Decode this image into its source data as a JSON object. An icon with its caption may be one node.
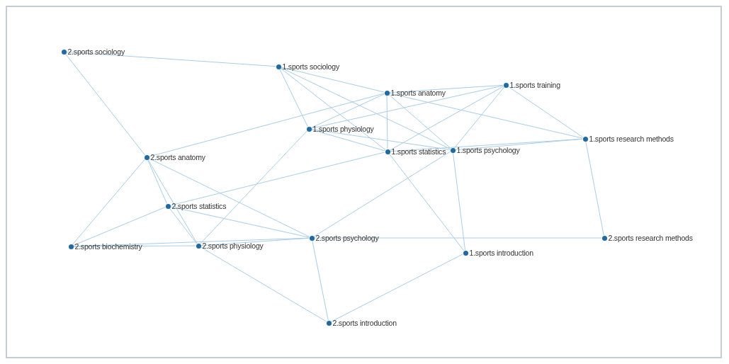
{
  "diagram": {
    "nodes": [
      {
        "text": [
          "2.sports sociology"
        ]
      },
      {
        "text": [
          "1.sports sociology"
        ]
      },
      {
        "text": [
          "1.sports anatomy"
        ]
      },
      {
        "text": [
          "1.sports training"
        ]
      },
      {
        "text": [
          "1.sports physiology"
        ]
      },
      {
        "text": [
          "1.sports research methods"
        ]
      },
      {
        "text": [
          "2.sports anatomy"
        ]
      },
      {
        "text": [
          "1.sports statistics"
        ]
      },
      {
        "text": [
          "1.sports psychology"
        ]
      },
      {
        "text": [
          "2.sports statistics"
        ]
      },
      {
        "text": [
          "2.sports biochemistry"
        ]
      },
      {
        "text": [
          "2.sports physiology"
        ]
      },
      {
        "text": [
          "2.sports psychology"
        ]
      },
      {
        "text": [
          "2.sports research methods"
        ]
      },
      {
        "text": [
          "1.sports introduction"
        ]
      },
      {
        "text": [
          "2.sports introduction"
        ]
      }
    ],
    "edges": [
      {
        "from": 0,
        "to": 1,
        "arrow": "none"
      },
      {
        "from": 0,
        "to": 6,
        "arrow": "none"
      },
      {
        "from": 1,
        "to": 2,
        "arrow": "none"
      },
      {
        "from": 1,
        "to": 4,
        "arrow": "none"
      },
      {
        "from": 1,
        "to": 7,
        "arrow": "none"
      },
      {
        "from": 1,
        "to": 8,
        "arrow": "none"
      },
      {
        "from": 2,
        "to": 3,
        "arrow": "none"
      },
      {
        "from": 2,
        "to": 4,
        "arrow": "none"
      },
      {
        "from": 2,
        "to": 6,
        "arrow": "none"
      },
      {
        "from": 2,
        "to": 7,
        "arrow": "none"
      },
      {
        "from": 2,
        "to": 8,
        "arrow": "none"
      },
      {
        "from": 2,
        "to": 5,
        "arrow": "none"
      },
      {
        "from": 3,
        "to": 4,
        "arrow": "none"
      },
      {
        "from": 3,
        "to": 7,
        "arrow": "none"
      },
      {
        "from": 3,
        "to": 8,
        "arrow": "none"
      },
      {
        "from": 3,
        "to": 5,
        "arrow": "none"
      },
      {
        "from": 4,
        "to": 7,
        "arrow": "none"
      },
      {
        "from": 4,
        "to": 8,
        "arrow": "none"
      },
      {
        "from": 4,
        "to": 11,
        "arrow": "none"
      },
      {
        "from": 7,
        "to": 5,
        "arrow": "none"
      },
      {
        "from": 8,
        "to": 5,
        "arrow": "none"
      },
      {
        "from": 5,
        "to": 13,
        "arrow": "none"
      },
      {
        "from": 6,
        "to": 9,
        "arrow": "none"
      },
      {
        "from": 6,
        "to": 10,
        "arrow": "none"
      },
      {
        "from": 6,
        "to": 11,
        "arrow": "none"
      },
      {
        "from": 6,
        "to": 12,
        "arrow": "none"
      },
      {
        "from": 9,
        "to": 7,
        "arrow": "none"
      },
      {
        "from": 7,
        "to": 14,
        "arrow": "none"
      },
      {
        "from": 8,
        "to": 12,
        "arrow": "none"
      },
      {
        "from": 8,
        "to": 14,
        "arrow": "none"
      },
      {
        "from": 9,
        "to": 10,
        "arrow": "none"
      },
      {
        "from": 9,
        "to": 11,
        "arrow": "none"
      },
      {
        "from": 9,
        "to": 12,
        "arrow": "none"
      },
      {
        "from": 10,
        "to": 11,
        "arrow": "none"
      },
      {
        "from": 10,
        "to": 12,
        "arrow": "none"
      },
      {
        "from": 11,
        "to": 12,
        "arrow": "none"
      },
      {
        "from": 11,
        "to": 15,
        "arrow": "none"
      },
      {
        "from": 12,
        "to": 13,
        "arrow": "none"
      },
      {
        "from": 12,
        "to": 15,
        "arrow": "none"
      },
      {
        "from": 14,
        "to": 15,
        "arrow": "none"
      }
    ]
  }
}
